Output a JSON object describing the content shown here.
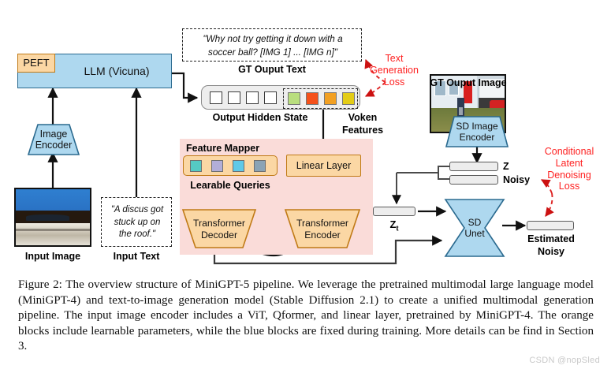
{
  "figure": {
    "caption": "Figure 2: The overview structure of MiniGPT-5 pipeline. We leverage the pretrained multimodal large language model (MiniGPT-4) and text-to-image generation model (Stable Diffusion 2.1) to create a unified multimodal generation pipeline. The input image encoder includes a ViT, Qformer, and linear layer, pretrained by MiniGPT-4. The orange blocks include learnable parameters, while the blue blocks are fixed during training. More details can be find in Section 3.",
    "watermark": "CSDN @nopSled"
  },
  "blocks": {
    "peft": "PEFT",
    "llm": "LLM (Vicuna)",
    "image_encoder": "Image\nEncoder",
    "image_encoder_line1": "Image",
    "image_encoder_line2": "Encoder",
    "linear_layer": "Linear Layer",
    "transformer_decoder_line1": "Transformer",
    "transformer_decoder_line2": "Decoder",
    "transformer_encoder_line1": "Transformer",
    "transformer_encoder_line2": "Encoder",
    "sd_image_encoder_line1": "SD Image",
    "sd_image_encoder_line2": "Encoder",
    "sd_unet_line1": "SD",
    "sd_unet_line2": "Unet",
    "feature_mapper_title": "Feature Mapper"
  },
  "labels": {
    "input_image": "Input Image",
    "input_text": "Input Text",
    "gt_output_text": "GT Ouput Text",
    "gt_output_image": "GT Ouput Image",
    "output_hidden_state": "Output Hidden State",
    "voken_features_line1": "Voken",
    "voken_features_line2": "Features",
    "learnable_queries": "Learable Queries",
    "z": "Z",
    "noisy": "Noisy",
    "zt_base": "Z",
    "zt_sub": "t",
    "estimated_line1": "Estimated",
    "estimated_line2": "Noisy"
  },
  "texts": {
    "gt_output_text_line1": "\"Why not try getting it down with a",
    "gt_output_text_line2": "soccer ball? [IMG 1] ... [IMG n]\"",
    "input_text_line1": "\"A discus got",
    "input_text_line2": "stuck up on",
    "input_text_line3": "the roof.\""
  },
  "losses": {
    "text_generation_line1": "Text",
    "text_generation_line2": "Generation",
    "text_generation_line3": "Loss",
    "conditional_line1": "Conditional",
    "conditional_line2": "Latent",
    "conditional_line3": "Denoising",
    "conditional_line4": "Loss"
  },
  "colors": {
    "blue_fill": "#aed8ef",
    "blue_stroke": "#2b6a8f",
    "orange_fill": "#fbd7a4",
    "orange_stroke": "#c07a16",
    "feature_mapper_bg": "#fadcd9",
    "loss_red": "#fe2222",
    "hidden_state_bg": "#eeeeee",
    "voken_1": "#b9de7e",
    "voken_2": "#f5511a",
    "voken_3": "#f2a022",
    "voken_4": "#e3cc16",
    "query_1": "#55c9c4",
    "query_2": "#b2aed8",
    "query_3": "#5fc9e8",
    "query_4": "#8aa3b5"
  },
  "voken_cells": [
    "#b9de7e",
    "#f5511a",
    "#f2a022",
    "#e3cc16"
  ],
  "query_cells": [
    "#55c9c4",
    "#b2aed8",
    "#5fc9e8",
    "#8aa3b5"
  ]
}
